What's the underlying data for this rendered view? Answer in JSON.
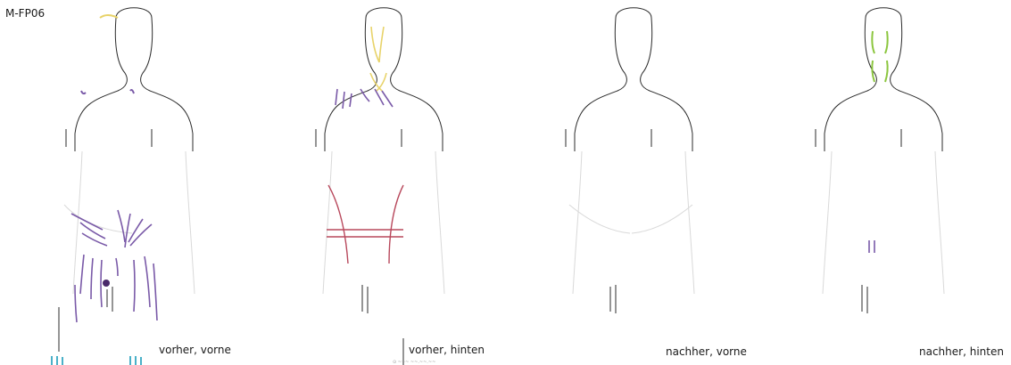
{
  "sheet_id": "M-FP06",
  "panels": [
    {
      "label": "vorher, vorne"
    },
    {
      "label": "vorher, hinten"
    },
    {
      "label": "nachher, vorne"
    },
    {
      "label": "nachher, hinten"
    }
  ],
  "colors": {
    "outline": "#2b2b2b",
    "faint_outline": "#d9d9d9",
    "yellow": "#e8d36a",
    "purple": "#7a5aa8",
    "red": "#b8485c",
    "dark_purple": "#4a2a6a",
    "cyan": "#4ab0c8",
    "green": "#8cc63f"
  }
}
